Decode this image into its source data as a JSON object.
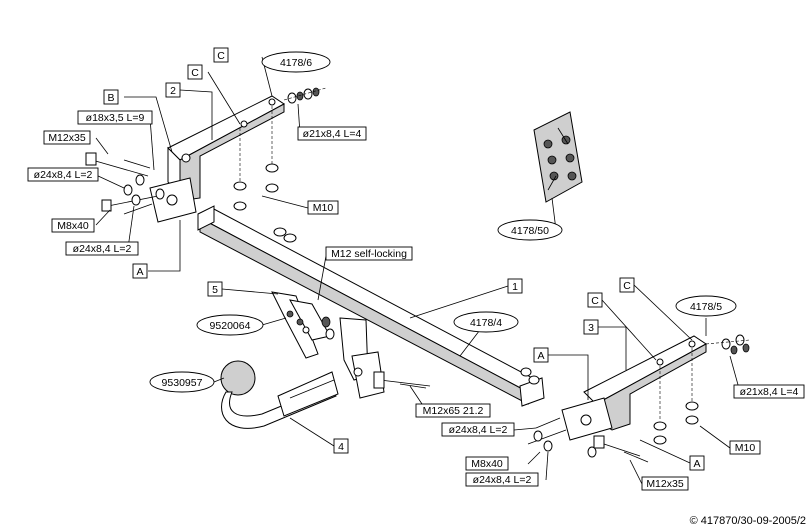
{
  "labels": {
    "ref_41786": "4178/6",
    "ref_417850": "4178/50",
    "ref_41785": "4178/5",
    "ref_41784": "4178/4",
    "ref_9520064": "9520064",
    "ref_9530957": "9530957",
    "part_1": "1",
    "part_2": "2",
    "part_3": "3",
    "part_4": "4",
    "part_5": "5",
    "letter_a": "A",
    "letter_b": "B",
    "letter_c": "C",
    "washer_18": "ø18x3,5 L=9",
    "washer_21": "ø21x8,4 L=4",
    "washer_24": "ø24x8,4 L=2",
    "bolt_m12x35": "M12x35",
    "bolt_m8x40": "M8x40",
    "nut_m10": "M10",
    "nut_m12_self": "M12 self-locking",
    "bolt_m12x65": "M12x65 21.2"
  },
  "copyright": "© 417870/30-09-2005/2"
}
